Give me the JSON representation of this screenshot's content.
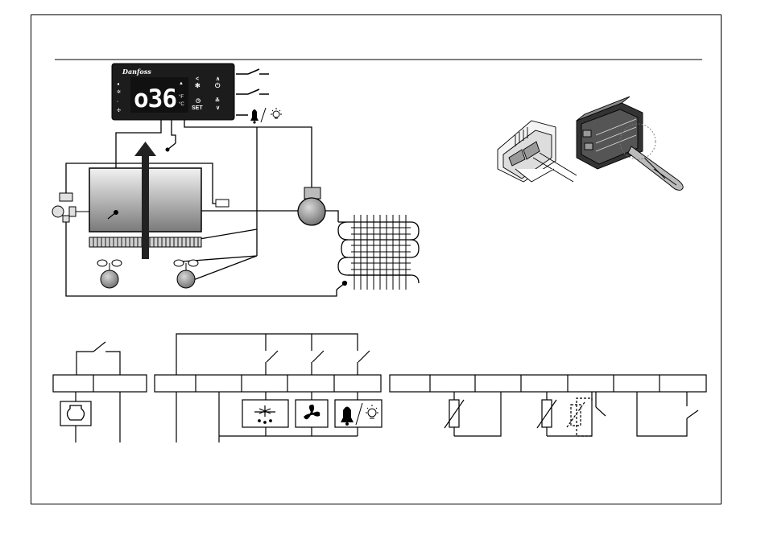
{
  "controller": {
    "brand": "Danfoss",
    "display_value": "o36",
    "set_label": "SET"
  },
  "colors": {
    "line": "#000000",
    "controller_body": "#1c1c1c",
    "display_text": "#ffffff",
    "cabinet_light": "#f2f2f2",
    "cabinet_dark": "#7a7a7a",
    "fan_body": "#9a9a9a",
    "compressor_body": "#8c8c8c"
  },
  "icons": {
    "defrost": "defrost-icon",
    "fan": "fan-icon",
    "alarm": "alarm-bell-icon",
    "light": "light-bulb-icon",
    "compressor": "compressor-icon",
    "valve": "solenoid-valve-icon",
    "sensor": "temperature-sensor-icon"
  }
}
